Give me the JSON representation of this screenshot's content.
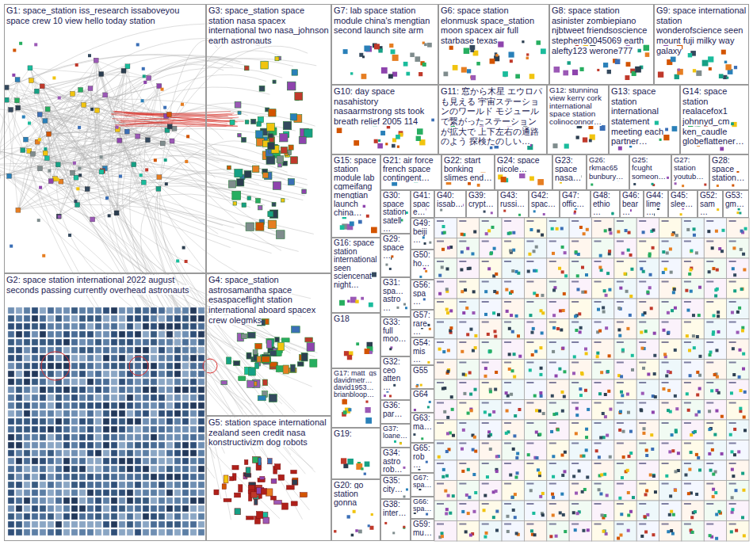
{
  "diagram": {
    "nodes": [
      {
        "text": [
          "G1: space_station iss_research issaboveyou space crew 10 view hello today station"
        ]
      },
      {
        "text": [
          "G3: space_station space station nasa spacex international two nasa_johnson earth astronauts"
        ]
      },
      {
        "text": [
          "G7: lab space station module china's mengtian second launch site arm"
        ]
      },
      {
        "text": [
          "G6: space station elonmusk space_station moon spacex air full starbase texas"
        ]
      },
      {
        "text": [
          "G8: space station asinister zombiepiano njbtweet friendsoscience stephen90045069 earth alefty123 werone777"
        ]
      },
      {
        "text": [
          "G9: space international station wonderofscience seen mount fuji milky way galaxy"
        ]
      },
      {
        "text": [
          "G10: day space nasahistory nasaarmstrong sts took breath relief 2005 114"
        ]
      },
      {
        "text": [
          "G11: 窓から木星 エウロパも見える 宇宙ステーションのワールド モジュールで繋がったステーションが拡大で 上下左右の通路のよう 探検たのしい…"
        ]
      },
      {
        "text": [
          "G12: stunning view kerry cork international space station colinoconnor…"
        ]
      },
      {
        "text": [
          "G13: space station international statement meeting each partner…"
        ]
      },
      {
        "text": [
          "G14: space station realacefox1 johnnyd_cm ken_caudle globeflattener…"
        ]
      },
      {
        "text": [
          "G15: space station module lab cgmeifang mengtian launch china…"
        ]
      },
      {
        "text": [
          "G21: air force french space contingent…"
        ]
      },
      {
        "text": [
          "G22: start bonking slimes end…"
        ]
      },
      {
        "text": [
          "G24: space nicole…"
        ]
      },
      {
        "text": [
          "G23: space nasa…"
        ]
      },
      {
        "text": [
          "G26: rkmac65 bunbury…"
        ]
      },
      {
        "text": [
          "G25: fcught someon…"
        ]
      },
      {
        "text": [
          "G27: station youtub…"
        ]
      },
      {
        "text": [
          "G28: space station…"
        ]
      },
      {
        "text": [
          "G30: space station satell…"
        ]
      },
      {
        "text": [
          "G41: space…"
        ]
      },
      {
        "text": [
          "G40: issab…"
        ]
      },
      {
        "text": [
          "G39: crypt…"
        ]
      },
      {
        "text": [
          "G43: russi…"
        ]
      },
      {
        "text": [
          "G42: spac…"
        ]
      },
      {
        "text": [
          "G47: offic…"
        ]
      },
      {
        "text": [
          "G48: ethio…"
        ]
      },
      {
        "text": [
          "G46: bear…"
        ]
      },
      {
        "text": [
          "G44: lime…"
        ]
      },
      {
        "text": [
          "G45: slee…"
        ]
      },
      {
        "text": [
          "G52: sam…"
        ]
      },
      {
        "text": [
          "G53: gm…"
        ]
      },
      {
        "text": [
          "G16: space station international seen sciencenat night…"
        ]
      },
      {
        "text": [
          "G29: space…"
        ]
      },
      {
        "text": [
          "G31: spa… astro…"
        ]
      },
      {
        "text": [
          "G33: full moo…"
        ]
      },
      {
        "text": [
          "G32: ceo atten…"
        ]
      },
      {
        "text": [
          "G36: par…"
        ]
      },
      {
        "text": [
          "G37: loane…"
        ]
      },
      {
        "text": [
          "G34: astro rob…"
        ]
      },
      {
        "text": [
          "G35: city…"
        ]
      },
      {
        "text": [
          "G38: inter…"
        ]
      },
      {
        "text": [
          "G18"
        ]
      },
      {
        "text": [
          "G17: matt_gs davidmetr… david1953… brianbloop…"
        ]
      },
      {
        "text": [
          "G19:"
        ]
      },
      {
        "text": [
          "G20: go station gonna"
        ]
      },
      {
        "text": [
          "G49: beiji…"
        ]
      },
      {
        "text": [
          "G50: ho…"
        ]
      },
      {
        "text": [
          "G56: spa…"
        ]
      },
      {
        "text": [
          "G57: rare…"
        ]
      },
      {
        "text": [
          "G54: mis…"
        ]
      },
      {
        "text": [
          "G55"
        ]
      },
      {
        "text": [
          "G64"
        ]
      },
      {
        "text": [
          "G63: ma…"
        ]
      },
      {
        "text": [
          "G65: rob…"
        ]
      },
      {
        "text": [
          "G67: spa…"
        ]
      },
      {
        "text": [
          "G66: spa…"
        ]
      },
      {
        "text": [
          "G59: mu…"
        ]
      },
      {
        "text": [
          "G2: space station international 2022 august seconds passing currently overhead astronauts"
        ]
      },
      {
        "text": [
          "G4: space_station astrosamantha space esaspaceflight station international aboard spacex crew olegmks"
        ]
      },
      {
        "text": [
          "G5: station space international zealand seen credit nasa konstructivizm dog robots"
        ]
      }
    ]
  }
}
